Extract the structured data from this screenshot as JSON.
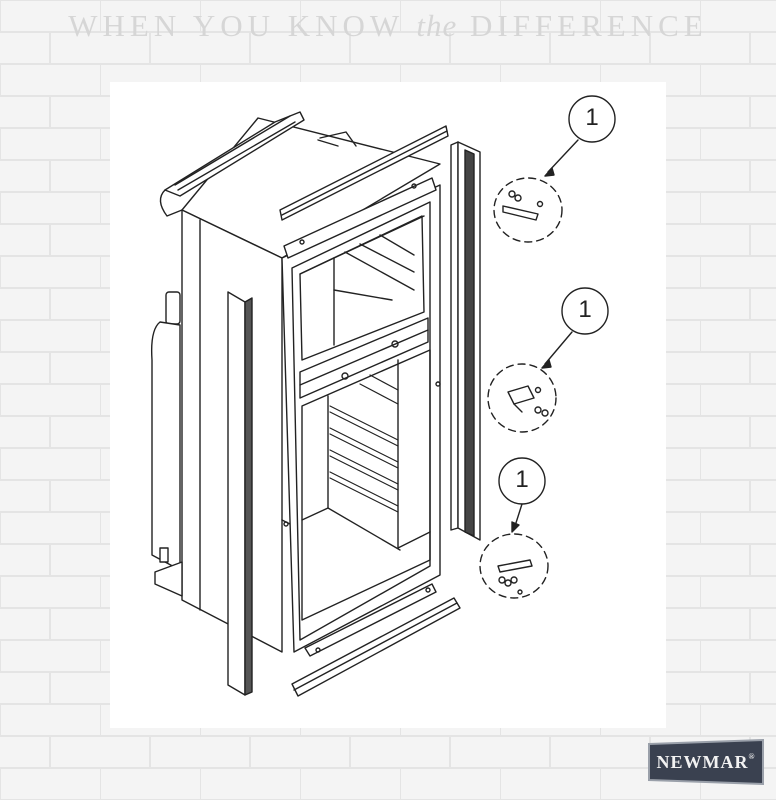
{
  "banner": {
    "before": "WHEN YOU KNOW ",
    "italic": "the",
    "after": " DIFFERENCE"
  },
  "callouts": [
    {
      "label": "1",
      "part": "upper hinge"
    },
    {
      "label": "1",
      "part": "center hinge"
    },
    {
      "label": "1",
      "part": "lower hinge"
    }
  ],
  "logo": {
    "text": "NEWMAR",
    "mark": "®"
  },
  "colors": {
    "line": "#222222",
    "background": "#f4f4f4",
    "brick_line": "#e6e6e6",
    "logo": "#3a4150"
  }
}
